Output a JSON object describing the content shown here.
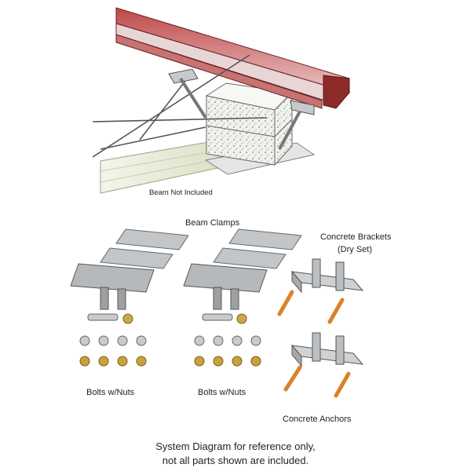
{
  "labels": {
    "beam_note": "Beam Not Included",
    "beam_clamps": "Beam Clamps",
    "concrete_brackets_line1": "Concrete Brackets",
    "concrete_brackets_line2": "(Dry Set)",
    "bolts_left": "Bolts w/Nuts",
    "bolts_right": "Bolts w/Nuts",
    "concrete_anchors": "Concrete Anchors"
  },
  "caption": {
    "line1": "System Diagram for reference only,",
    "line2": "not all parts shown are included."
  },
  "colors": {
    "beam": "#b33a3a",
    "beam_dark": "#7e2323",
    "metal": "#b9bcbf",
    "metal_dark": "#8a8d90",
    "brass": "#c9a13b",
    "anchor_orange": "#d9822b",
    "wood": "#e3e8d4"
  }
}
